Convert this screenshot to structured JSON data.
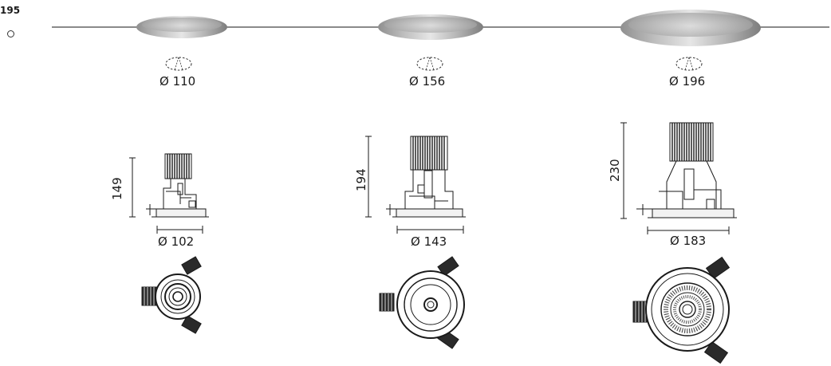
{
  "header": {
    "code": "195",
    "marker_icon": "circle-outline-icon"
  },
  "models": [
    {
      "id": "small",
      "cutout": "Ø 110",
      "height": "149",
      "width": "Ø 102"
    },
    {
      "id": "medium",
      "cutout": "Ø 156",
      "height": "194",
      "width": "Ø 143"
    },
    {
      "id": "large",
      "cutout": "Ø 196",
      "height": "230",
      "width": "Ø 183"
    }
  ],
  "icons": {
    "cutout": "dashed-cutout-icon",
    "side": "downlight-side-view-icon",
    "top": "downlight-top-view-icon",
    "reflector": "reflector-rim-icon"
  }
}
